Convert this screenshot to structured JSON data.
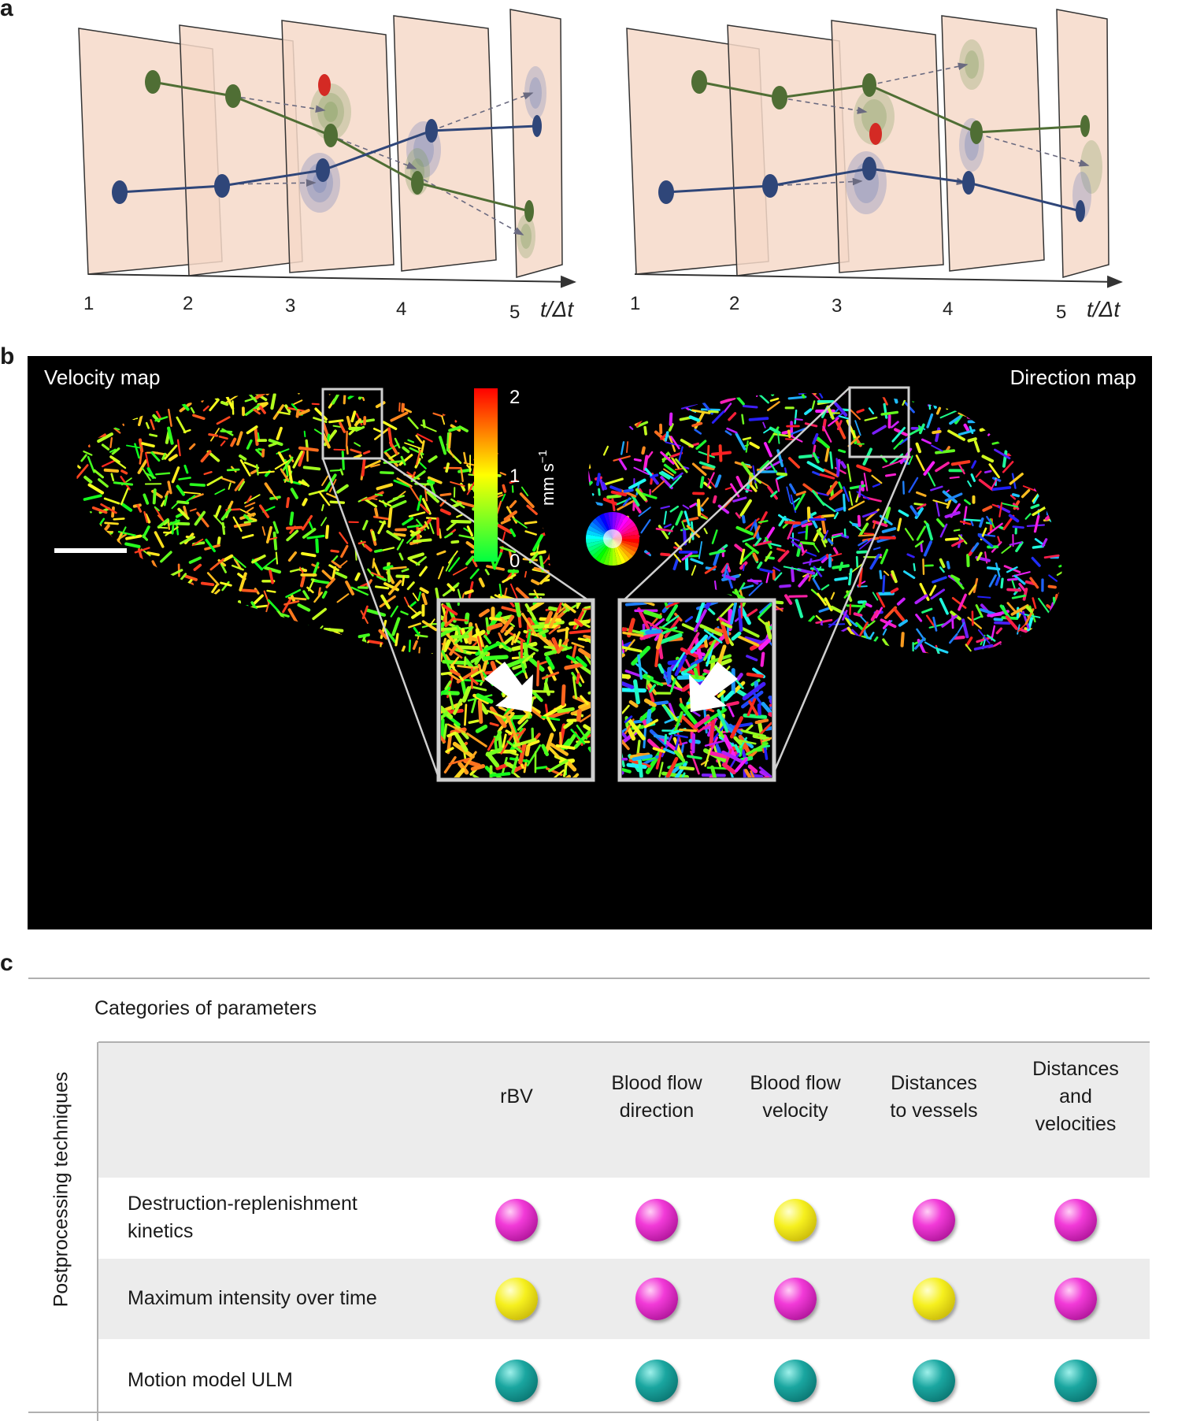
{
  "panel_a": {
    "letter": "a",
    "left_axis_ticks": [
      "1",
      "2",
      "3",
      "4",
      "5"
    ],
    "right_axis_ticks": [
      "1",
      "2",
      "3",
      "4",
      "5"
    ],
    "axis_label": "t/Δt",
    "colors": {
      "frame": "#f6d9c9",
      "green": "#4f6e34",
      "blue": "#2f4679",
      "red": "#d42a24"
    }
  },
  "panel_b": {
    "letter": "b",
    "velocity_title": "Velocity map",
    "direction_title": "Direction map",
    "colorbar": {
      "max_label": "2",
      "mid_label": "1",
      "min_label": "0",
      "unit": "mm s",
      "unit_sup": "−1",
      "colors": [
        "#00ff40",
        "#ffff00",
        "#ff0000"
      ]
    },
    "background": "#000000"
  },
  "panel_c": {
    "letter": "c",
    "categories_label": "Categories of parameters",
    "row_axis_label": "Postprocessing techniques",
    "columns": [
      {
        "line1": "rBV",
        "line2": "",
        "line3": ""
      },
      {
        "line1": "Blood flow",
        "line2": "direction",
        "line3": ""
      },
      {
        "line1": "Blood flow",
        "line2": "velocity",
        "line3": ""
      },
      {
        "line1": "Distances",
        "line2": "to vessels",
        "line3": ""
      },
      {
        "line1": "Distances",
        "line2": "and",
        "line3": "velocities"
      }
    ],
    "rows": [
      {
        "line1": "Destruction-replenishment",
        "line2": "kinetics",
        "dots": [
          "magenta",
          "magenta",
          "yellow",
          "magenta",
          "magenta"
        ]
      },
      {
        "line1": "Maximum intensity over time",
        "line2": "",
        "dots": [
          "yellow",
          "magenta",
          "magenta",
          "yellow",
          "magenta"
        ]
      },
      {
        "line1": "Motion model ULM",
        "line2": "",
        "dots": [
          "teal",
          "teal",
          "teal",
          "teal",
          "teal"
        ]
      }
    ],
    "colors": {
      "magenta": "#e62cc8",
      "yellow": "#f2ea1c",
      "teal": "#138c88",
      "band": "#ececec"
    }
  }
}
